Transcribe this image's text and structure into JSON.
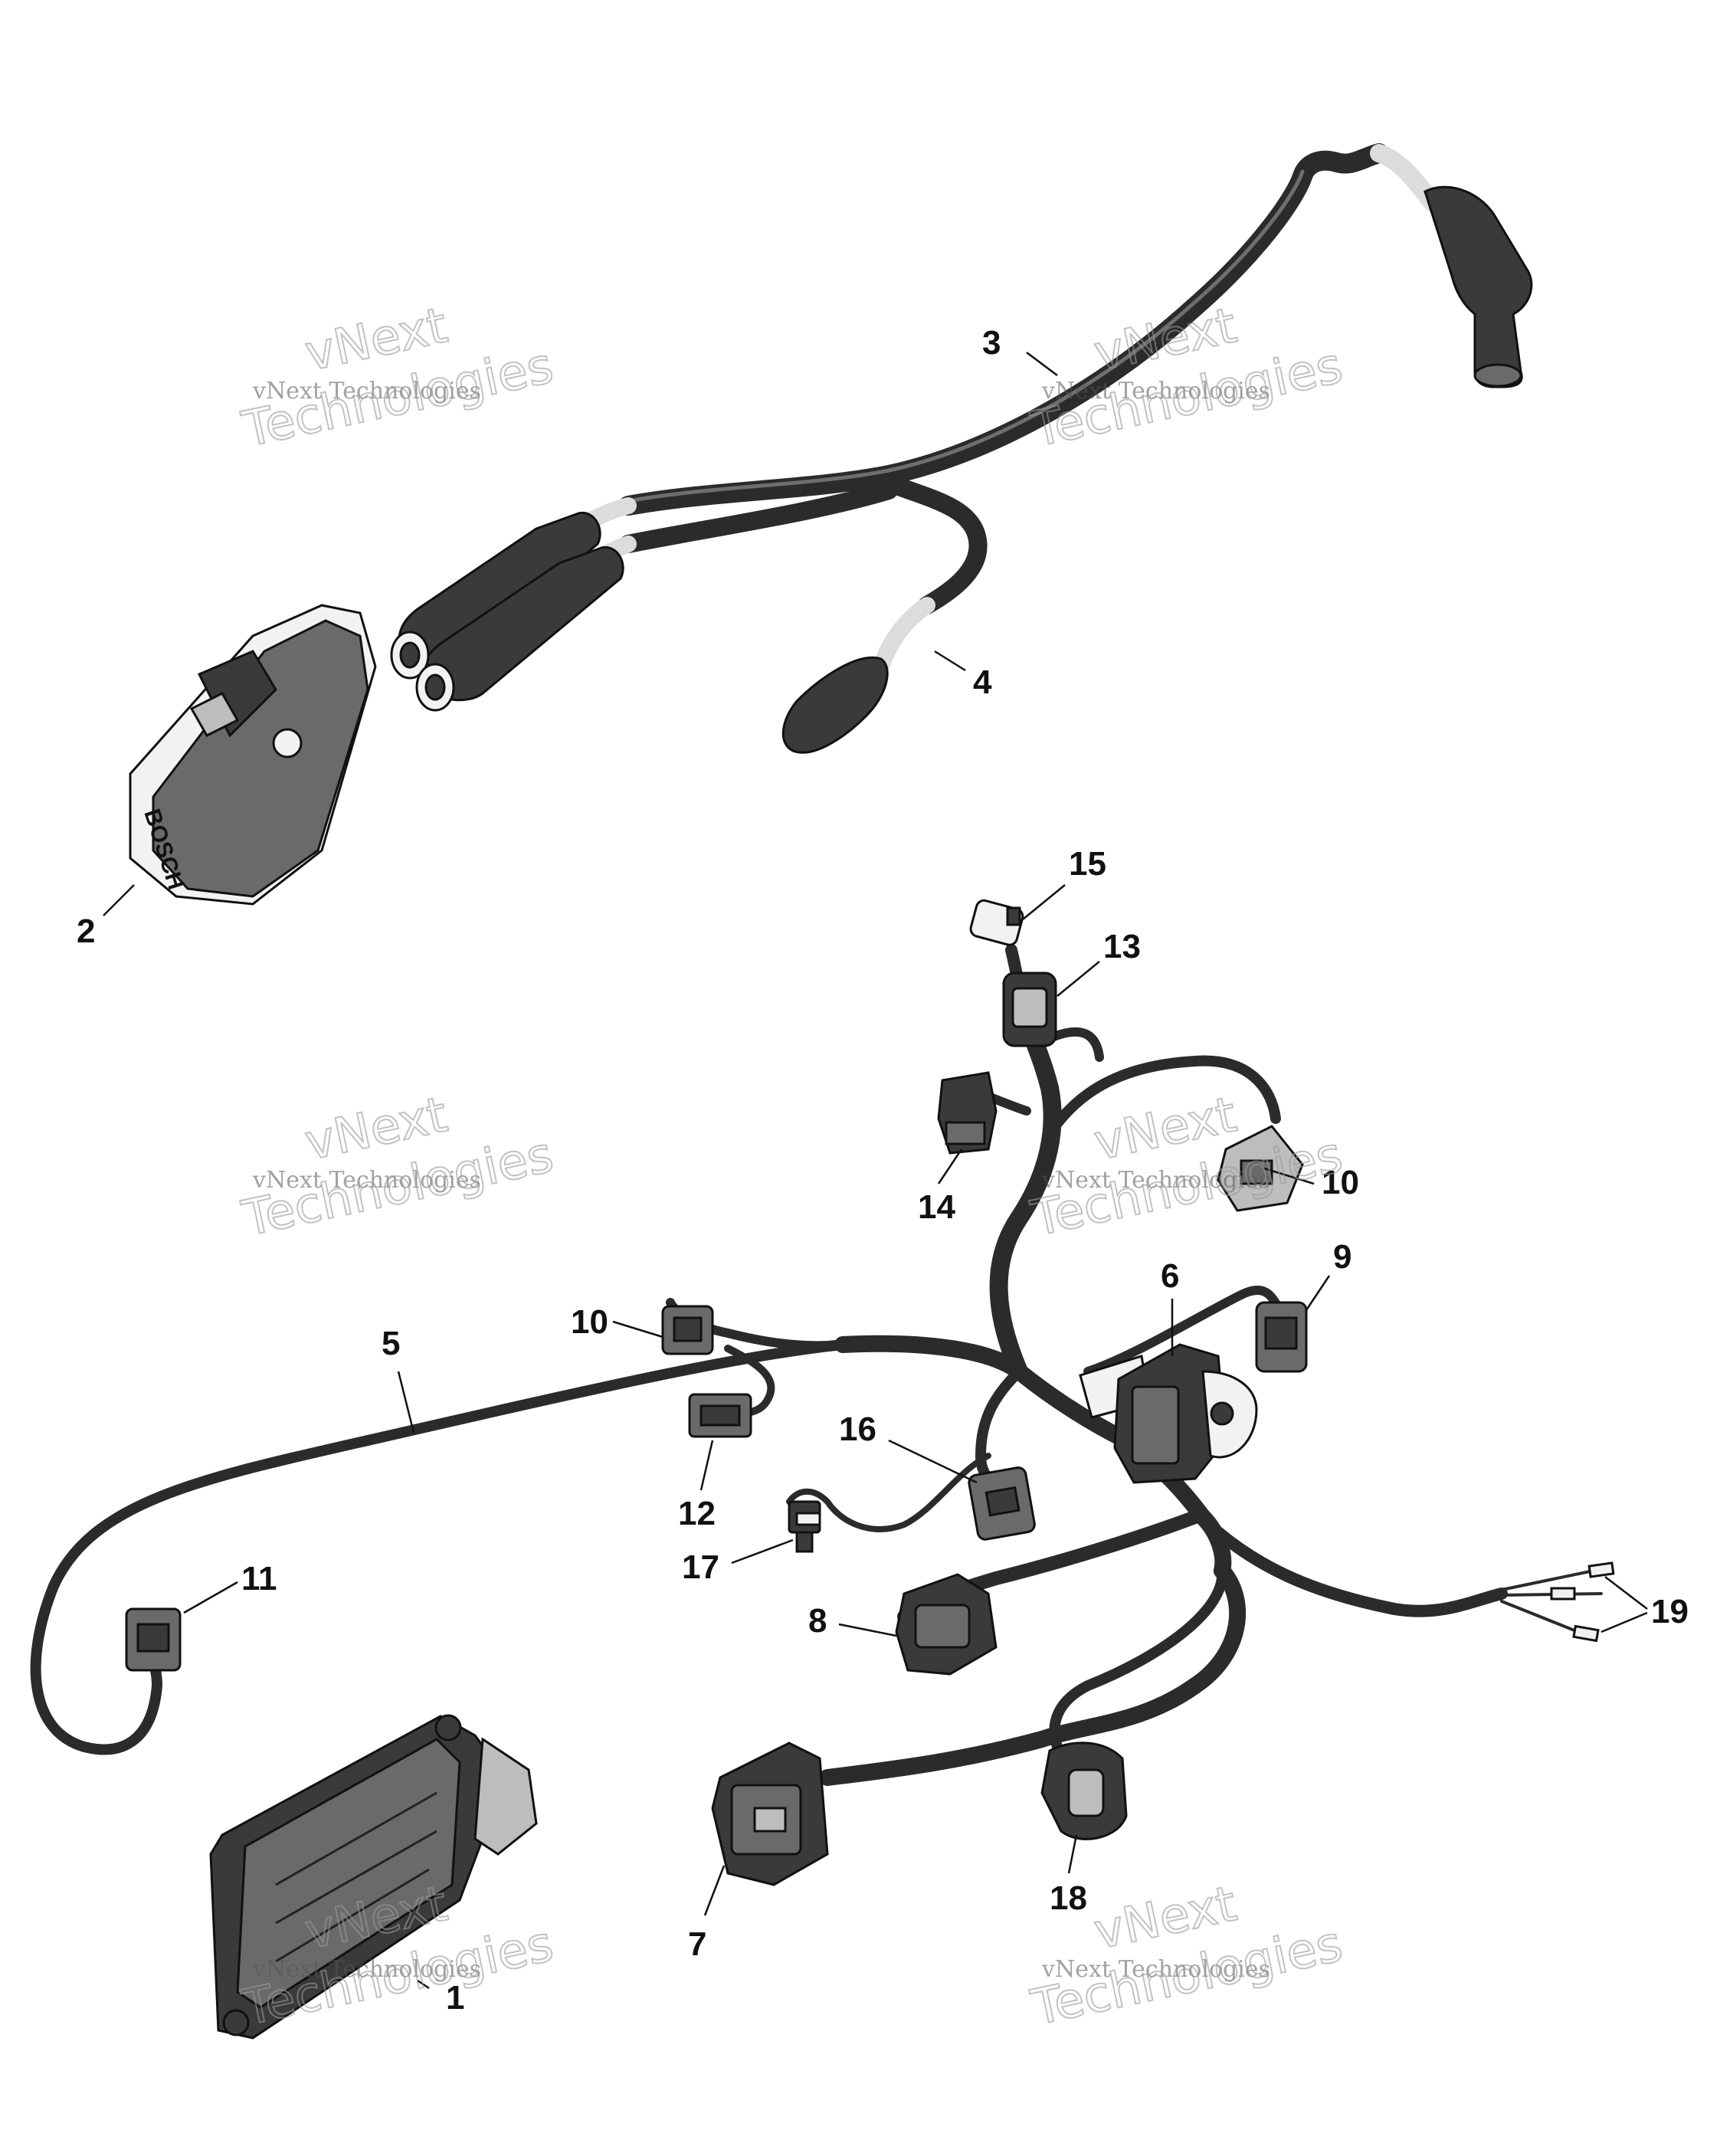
{
  "callouts": [
    {
      "id": "1",
      "label": "1"
    },
    {
      "id": "2",
      "label": "2"
    },
    {
      "id": "3",
      "label": "3"
    },
    {
      "id": "4",
      "label": "4"
    },
    {
      "id": "5",
      "label": "5"
    },
    {
      "id": "6",
      "label": "6"
    },
    {
      "id": "7",
      "label": "7"
    },
    {
      "id": "8",
      "label": "8"
    },
    {
      "id": "9",
      "label": "9"
    },
    {
      "id": "10a",
      "label": "10"
    },
    {
      "id": "10b",
      "label": "10"
    },
    {
      "id": "11",
      "label": "11"
    },
    {
      "id": "12",
      "label": "12"
    },
    {
      "id": "13",
      "label": "13"
    },
    {
      "id": "14",
      "label": "14"
    },
    {
      "id": "15",
      "label": "15"
    },
    {
      "id": "16",
      "label": "16"
    },
    {
      "id": "17",
      "label": "17"
    },
    {
      "id": "18",
      "label": "18"
    },
    {
      "id": "19",
      "label": "19"
    }
  ],
  "watermark": {
    "line_top": "vNext",
    "line_small": "vNext Technologies",
    "line_big": "Technologies"
  },
  "coil_brand": "BOSCH",
  "colors": {
    "ink": "#111111",
    "cable": "#2b2b2b",
    "watermark": "#9a9a9a"
  }
}
